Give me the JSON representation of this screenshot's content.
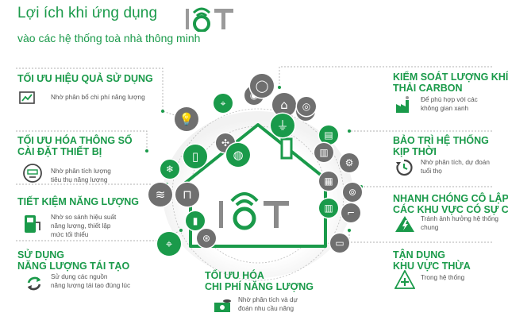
{
  "header": {
    "title_line1": "Lợi ích khi ứng dụng",
    "title_line2": "vào các hệ thống toà nhà thông minh"
  },
  "left_benefits": [
    {
      "heading": [
        "TỐI ƯU HIỆU QUẢ SỬ DỤNG"
      ],
      "desc": [
        "Nhờ phân bổ chi phí năng lượng"
      ],
      "icon": "efficiency-chart-icon"
    },
    {
      "heading": [
        "TỐI ƯU HÓA THÔNG SỐ",
        "CÀI ĐẶT THIẾT BỊ"
      ],
      "desc": [
        "Nhờ phân tích lượng",
        "tiêu thụ năng lượng"
      ],
      "icon": "meter-icon"
    },
    {
      "heading": [
        "TIẾT KIỆM NĂNG LƯỢNG"
      ],
      "desc": [
        "Nhờ so sánh hiệu suất",
        "năng lượng, thiết lập",
        "mức tối thiểu"
      ],
      "icon": "ev-charger-icon"
    },
    {
      "heading": [
        "SỬ DỤNG",
        "NĂNG LƯỢNG TÁI TẠO"
      ],
      "desc": [
        "Sử dụng các nguồn",
        "năng lượng tái tạo đúng lúc"
      ],
      "icon": "recycle-icon"
    }
  ],
  "right_benefits": [
    {
      "heading": [
        "KIỂM SOÁT LƯỢNG KHÍ",
        "THẢI CARBON"
      ],
      "desc": [
        "Để phù hợp với các",
        "không gian xanh"
      ],
      "icon": "factory-icon"
    },
    {
      "heading": [
        "BẢO TRÌ HỆ THỐNG",
        "KỊP THỜI"
      ],
      "desc": [
        "Nhờ phân tích, dự đoán",
        "tuổi thọ"
      ],
      "icon": "clock-arrow-icon"
    },
    {
      "heading": [
        "NHANH CHÓNG CÔ LẬP",
        "CÁC KHU VỰC CÓ SỰ CỐ"
      ],
      "desc": [
        "Tránh ảnh hưởng hệ thống",
        "chung"
      ],
      "icon": "warning-bolt-icon"
    },
    {
      "heading": [
        "TẬN DỤNG",
        "KHU VỰC THỪA"
      ],
      "desc": [
        "Trong hệ thống"
      ],
      "icon": "plus-icon"
    }
  ],
  "bottom_benefit": {
    "heading": [
      "TỐI ƯU HÓA",
      "CHI PHÍ NĂNG LƯỢNG"
    ],
    "desc": [
      "Nhờ phân tích và dự",
      "đoán nhu cầu năng"
    ],
    "icon": "money-icon"
  },
  "center": {
    "house_logo": "IoT",
    "ring_icons": [
      "lightbulb-icon",
      "cctv-icon",
      "speaker-icon",
      "wifi-router-icon",
      "thermostat-icon",
      "ac-icon",
      "smartphone-icon",
      "fan-icon",
      "fridge-icon",
      "plug-icon",
      "oven-icon",
      "snowflake-icon",
      "lock-icon",
      "radiator-icon",
      "faucet-icon",
      "location-pin-icon",
      "tv-icon",
      "remote-icon",
      "wifi-icon",
      "gear-icon",
      "camera-icon",
      "washing-machine-icon",
      "sensor-icon",
      "doorbell-icon",
      "robot-vacuum-icon"
    ]
  },
  "colors": {
    "green": "#1a9a4a",
    "dark_green": "#0b7a3a",
    "gray_circle": "#6f6f6f",
    "light_gray": "#c8c8c8"
  }
}
